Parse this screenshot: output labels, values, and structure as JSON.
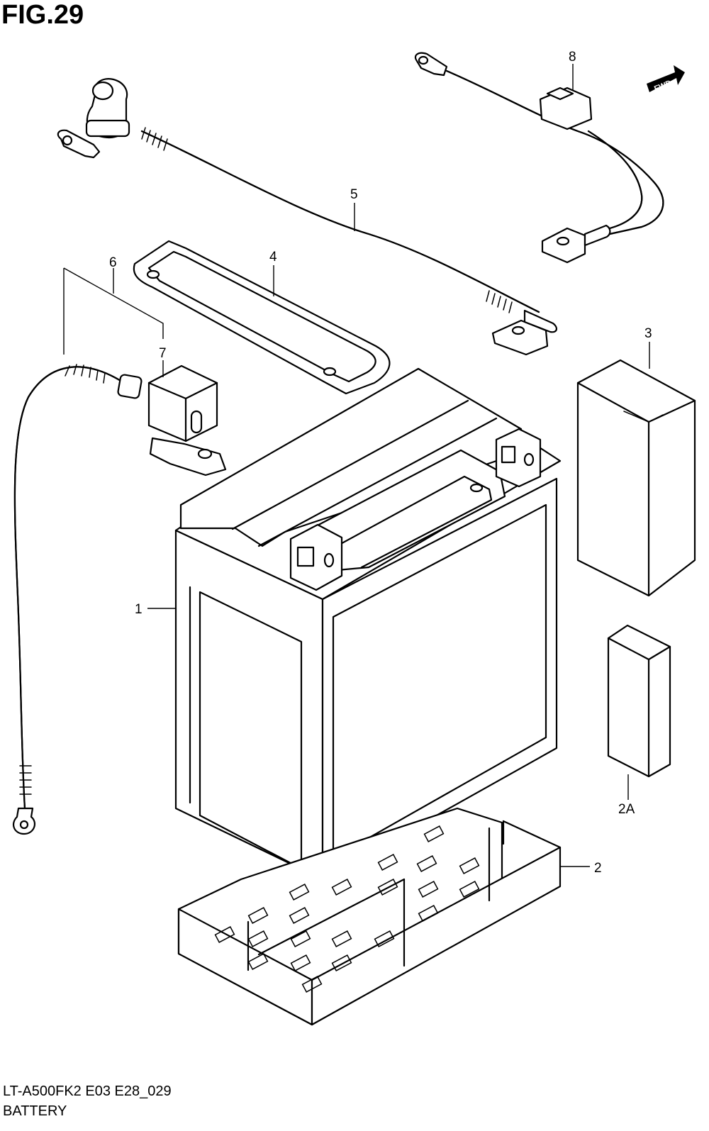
{
  "figure": {
    "title": "FIG.29",
    "code": "LT-A500FK2 E03 E28_029",
    "name": "BATTERY"
  },
  "direction_badge": {
    "label": "FWD",
    "icon": "forward-arrow-icon"
  },
  "callouts": {
    "battery": "1",
    "tray": "2",
    "tray_pad": "2A",
    "pad": "3",
    "band": "4",
    "cable_plus": "5",
    "cable_minus": "6",
    "cap": "7",
    "lead_wire": "8"
  }
}
